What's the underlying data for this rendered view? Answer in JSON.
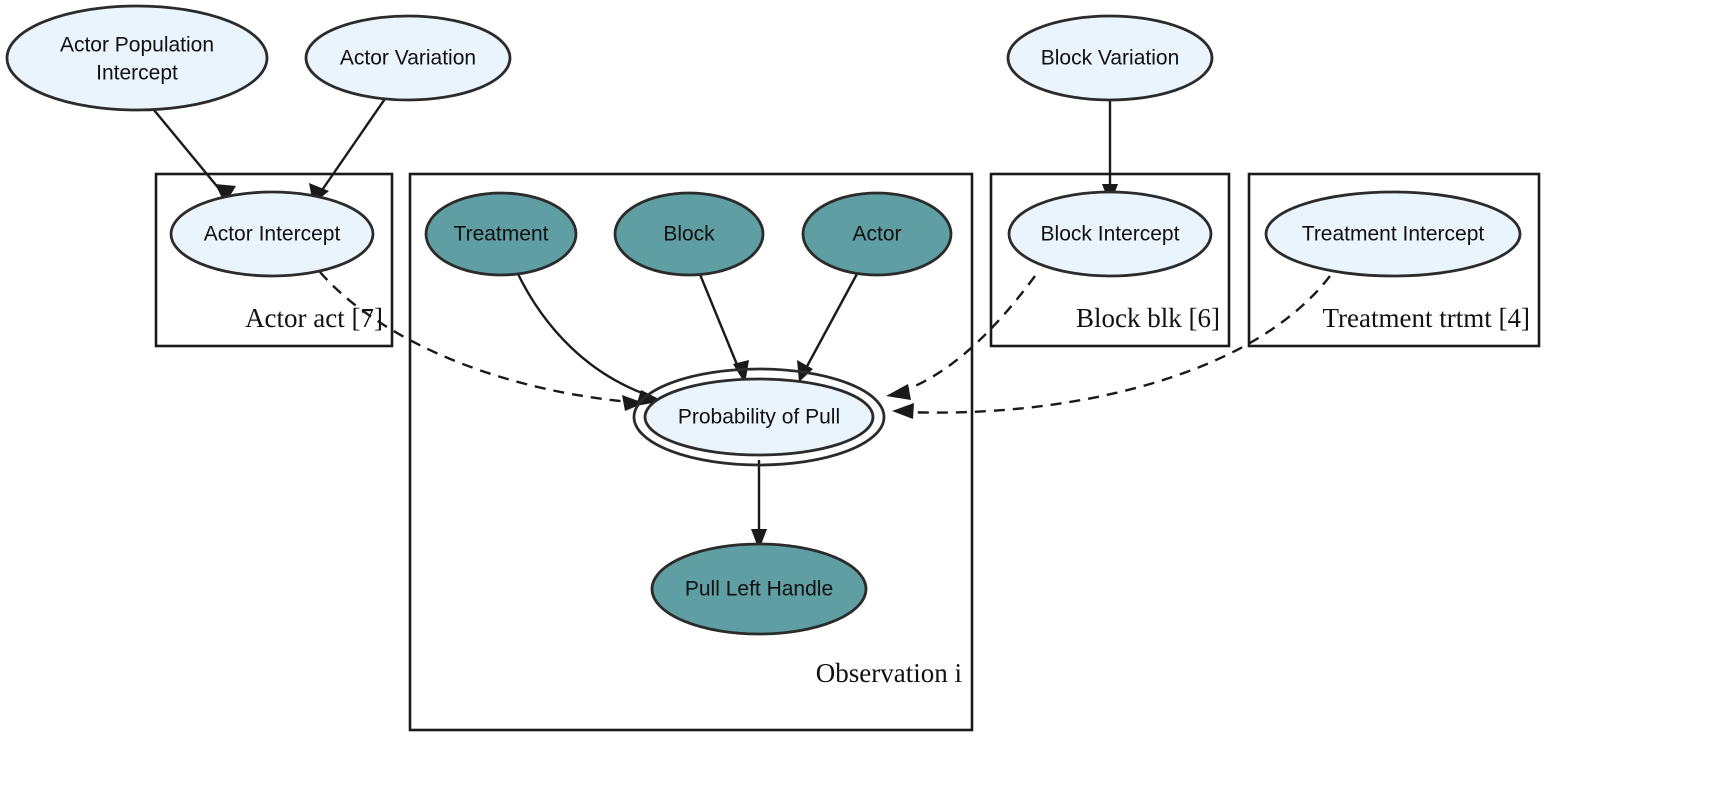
{
  "diagram": {
    "title": "Chimpanzee prosociality multilevel model DAG",
    "colors": {
      "latent_fill": "#eaf4fc",
      "observed_fill": "#5f9ea3",
      "stroke": "#2b2b2b",
      "background": "#ffffff"
    },
    "plates": [
      {
        "id": "actor",
        "label": "Actor act [7]",
        "index": "act",
        "count": "7"
      },
      {
        "id": "observation",
        "label": "Observation i",
        "index": "i",
        "count": ""
      },
      {
        "id": "block",
        "label": "Block blk [6]",
        "index": "blk",
        "count": "6"
      },
      {
        "id": "treatment",
        "label": "Treatment trtmt [4]",
        "index": "trtmt",
        "count": "4"
      }
    ],
    "nodes": [
      {
        "id": "actor_population_intercept",
        "label_line1": "Actor Population",
        "label_line2": "Intercept",
        "label": "Actor Population Intercept",
        "type": "latent"
      },
      {
        "id": "actor_variation",
        "label": "Actor Variation",
        "type": "latent"
      },
      {
        "id": "block_variation",
        "label": "Block Variation",
        "type": "latent"
      },
      {
        "id": "actor_intercept",
        "label": "Actor Intercept",
        "type": "latent"
      },
      {
        "id": "block_intercept",
        "label": "Block Intercept",
        "type": "latent"
      },
      {
        "id": "treatment_intercept",
        "label": "Treatment Intercept",
        "type": "latent"
      },
      {
        "id": "treatment",
        "label": "Treatment",
        "type": "observed"
      },
      {
        "id": "block",
        "label": "Block",
        "type": "observed"
      },
      {
        "id": "actor",
        "label": "Actor",
        "type": "observed"
      },
      {
        "id": "probability_of_pull",
        "label": "Probability of Pull",
        "type": "deterministic"
      },
      {
        "id": "pull_left_handle",
        "label": "Pull Left Handle",
        "type": "observed"
      }
    ],
    "edges": [
      {
        "from": "actor_population_intercept",
        "to": "actor_intercept",
        "style": "solid"
      },
      {
        "from": "actor_variation",
        "to": "actor_intercept",
        "style": "solid"
      },
      {
        "from": "block_variation",
        "to": "block_intercept",
        "style": "solid"
      },
      {
        "from": "actor_intercept",
        "to": "probability_of_pull",
        "style": "dashed"
      },
      {
        "from": "block_intercept",
        "to": "probability_of_pull",
        "style": "dashed"
      },
      {
        "from": "treatment_intercept",
        "to": "probability_of_pull",
        "style": "dashed"
      },
      {
        "from": "treatment",
        "to": "probability_of_pull",
        "style": "solid"
      },
      {
        "from": "block",
        "to": "probability_of_pull",
        "style": "solid"
      },
      {
        "from": "actor",
        "to": "probability_of_pull",
        "style": "solid"
      },
      {
        "from": "probability_of_pull",
        "to": "pull_left_handle",
        "style": "solid"
      }
    ]
  }
}
